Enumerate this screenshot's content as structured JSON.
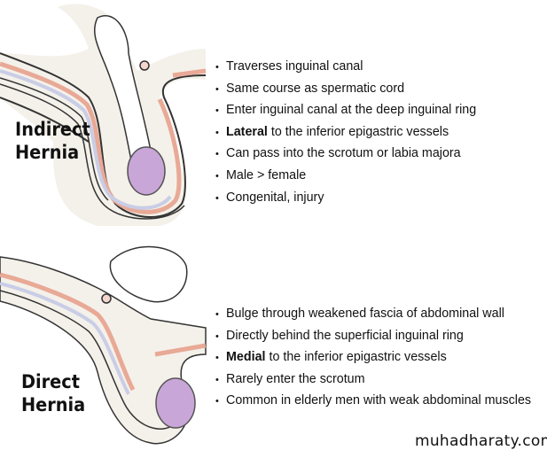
{
  "indirect": {
    "title_line1": "Indirect",
    "title_line2": "Hernia",
    "bullets": [
      {
        "bold": "",
        "text": "Traverses inguinal canal"
      },
      {
        "bold": "",
        "text": "Same course as spermatic cord"
      },
      {
        "bold": "",
        "text": "Enter inguinal canal at the deep inguinal ring"
      },
      {
        "bold": "Lateral",
        "text": " to the inferior epigastric vessels"
      },
      {
        "bold": "",
        "text": "Can pass into the scrotum or labia majora"
      },
      {
        "bold": "",
        "text": "Male > female"
      },
      {
        "bold": "",
        "text": "Congenital, injury"
      }
    ]
  },
  "direct": {
    "title_line1": "Direct",
    "title_line2": "Hernia",
    "bullets": [
      {
        "bold": "",
        "text": "Bulge through weakened fascia of abdominal wall"
      },
      {
        "bold": "",
        "text": "Directly behind the superficial inguinal ring"
      },
      {
        "bold": "Medial",
        "text": " to the inferior epigastric vessels"
      },
      {
        "bold": "",
        "text": "Rarely enter the scrotum"
      },
      {
        "bold": "",
        "text": "Common in elderly men with weak abdominal muscles"
      }
    ]
  },
  "bullet_char": "•",
  "watermark": "muhadharaty.com",
  "colors": {
    "muscle": "#e8a996",
    "fascia": "#c9cde6",
    "testis": "#c9a6d8",
    "dots": "#f4f1ea"
  }
}
